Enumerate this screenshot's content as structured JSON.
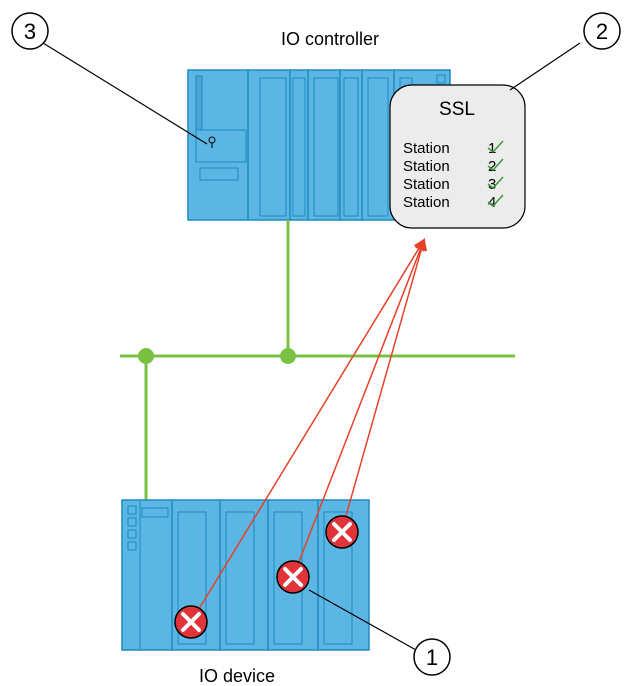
{
  "labels": {
    "controller": "IO controller",
    "device": "IO device"
  },
  "callouts": [
    {
      "id": "1",
      "text": "1"
    },
    {
      "id": "2",
      "text": "2"
    },
    {
      "id": "3",
      "text": "3"
    }
  ],
  "ssl": {
    "title": "SSL",
    "rows": [
      {
        "label": "Station",
        "number": "1"
      },
      {
        "label": "Station",
        "number": "2"
      },
      {
        "label": "Station",
        "number": "3"
      },
      {
        "label": "Station",
        "number": "4"
      }
    ]
  },
  "colors": {
    "module": "#5bb6e3",
    "module_border": "#1f8ac0",
    "network": "#7ac143",
    "arrow": "#e8402a",
    "error": "#e0343a",
    "check": "#3a9a3a",
    "ssl_bg": "#ececec"
  },
  "icons": [
    "error-x-icon",
    "checkmark-icon",
    "key-switch-icon"
  ]
}
